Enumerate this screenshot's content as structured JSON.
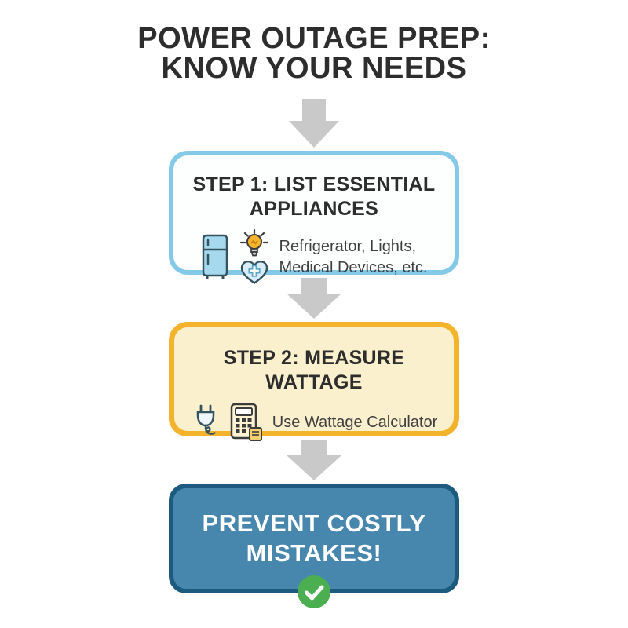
{
  "title": {
    "line1": "POWER OUTAGE PREP:",
    "line2": "KNOW YOUR NEEDS"
  },
  "steps": [
    {
      "heading_line1": "STEP 1: LIST ESSENTIAL",
      "heading_line2": "APPLIANCES",
      "body_line1": "Refrigerator, Lights,",
      "body_line2": "Medical Devices, etc.",
      "icons": [
        "refrigerator-icon",
        "lightbulb-icon",
        "medical-heart-icon"
      ]
    },
    {
      "heading_line1": "STEP 2: MEASURE",
      "heading_line2": "WATTAGE",
      "body_line1": "Use Wattage Calculator",
      "icons": [
        "power-plug-icon",
        "calculator-icon"
      ]
    }
  ],
  "result": {
    "heading_line1": "PREVENT COSTLY",
    "heading_line2": "MISTAKES!",
    "icon": "check-circle-icon"
  },
  "colors": {
    "title_text": "#2d2d2d",
    "arrow_gray": "#c9c9c9",
    "step1_border": "#85c9e8",
    "step1_fill": "#fdfefe",
    "step2_border": "#f3b32b",
    "step2_fill": "#fbf0cd",
    "result_fill": "#4787ae",
    "result_border": "#1c5a7e",
    "check_green": "#4bae50",
    "icon_light_blue": "#a7d9ee",
    "icon_bulb_yellow": "#f6b42d",
    "icon_outline": "#35525f"
  }
}
